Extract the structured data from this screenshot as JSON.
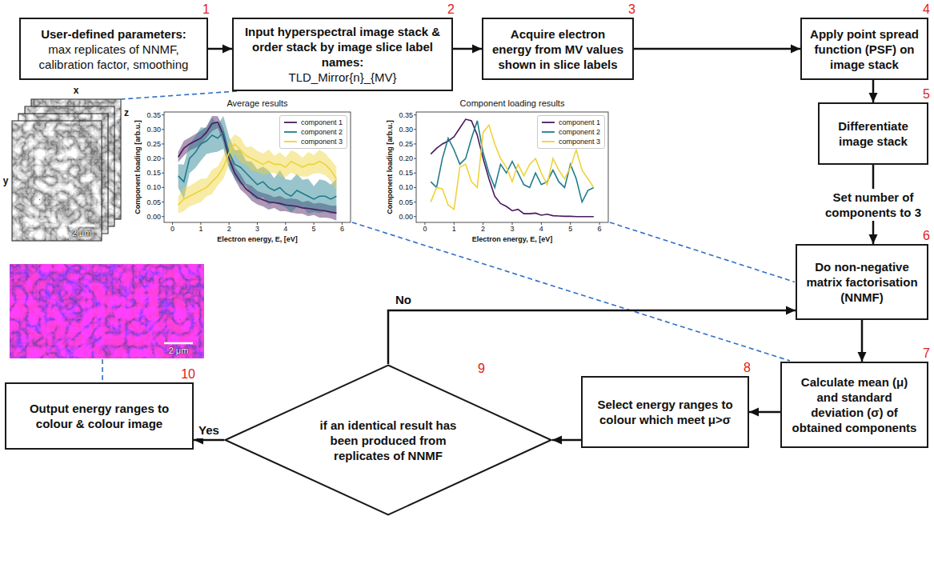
{
  "diagram": {
    "nodes": [
      {
        "text": [
          "User-defined parameters:",
          "max replicates of NNMF, calibration factor, smoothing"
        ]
      },
      {
        "text": [
          "Input hyperspectral image stack & order stack by image slice label names:",
          "TLD_Mirror{n}_{MV}"
        ]
      },
      {
        "text": [
          "Acquire electron energy from MV values shown in slice labels"
        ]
      },
      {
        "text": [
          "Apply point spread function (PSF) on image stack"
        ]
      },
      {
        "text": [
          "Differentiate image stack"
        ]
      },
      {
        "text": [
          "Do non-negative matrix factorisation (NNMF)"
        ]
      },
      {
        "text": [
          "Calculate mean (μ) and standard deviation (σ) of obtained components"
        ]
      },
      {
        "text": [
          "Select energy ranges to colour which meet μ>σ"
        ]
      },
      {
        "text": [
          "if an identical result has been produced from replicates of NNMF"
        ]
      },
      {
        "text": [
          "Output energy ranges to colour & colour image"
        ]
      }
    ],
    "edges": [
      {
        "from": 0,
        "to": 1,
        "arrow": "to"
      },
      {
        "from": 1,
        "to": 2,
        "arrow": "to"
      },
      {
        "from": 2,
        "to": 3,
        "arrow": "to"
      },
      {
        "from": 3,
        "to": 4,
        "arrow": "to"
      },
      {
        "from": 4,
        "to": 5,
        "label": "Set number of components to 3",
        "arrow": "to"
      },
      {
        "from": 5,
        "to": 6,
        "arrow": "to"
      },
      {
        "from": 6,
        "to": 7,
        "arrow": "to"
      },
      {
        "from": 7,
        "to": 8,
        "arrow": "to"
      },
      {
        "from": 8,
        "to": 9,
        "label": "Yes",
        "arrow": "to"
      },
      {
        "from": 8,
        "to": 5,
        "label": "No",
        "arrow": "to"
      }
    ],
    "labels": [
      "1",
      "2",
      "3",
      "4",
      "5",
      "6",
      "7",
      "8",
      "9",
      "10",
      "x",
      "y",
      "z",
      "2 μm",
      "2 μm",
      "Average results",
      "0.00",
      "0.05",
      "0.10",
      "0.15",
      "0.20",
      "0.25",
      "0.30",
      "0.35",
      "0",
      "1",
      "2",
      "3",
      "4",
      "5",
      "6",
      "Component loading [arb.u.]",
      "Electron energy, E, [eV]",
      "Component loading results",
      "0.00",
      "0.05",
      "0.10",
      "0.15",
      "0.20",
      "0.25",
      "0.30",
      "0.35",
      "0",
      "1",
      "2",
      "3",
      "4",
      "5",
      "6",
      "Component loading [arb.u.]",
      "Electron energy, E, [eV]"
    ],
    "legend": [
      {
        "text": "component 1"
      },
      {
        "text": "component 2"
      },
      {
        "text": "component 3"
      },
      {
        "text": "component 1"
      },
      {
        "text": "component 2"
      },
      {
        "text": "component 3"
      }
    ]
  }
}
